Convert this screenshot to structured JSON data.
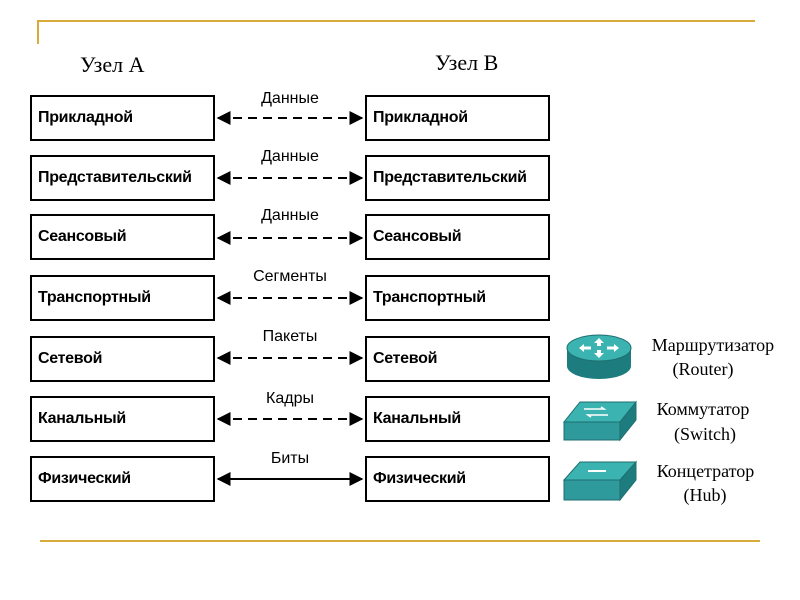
{
  "node_a": {
    "title": "Узел А"
  },
  "node_b": {
    "title": "Узел В"
  },
  "layers": [
    {
      "name": "Прикладной",
      "pdu": "Данные",
      "line": "dashed"
    },
    {
      "name": "Представительский",
      "pdu": "Данные",
      "line": "dashed"
    },
    {
      "name": "Сеансовый",
      "pdu": "Данные",
      "line": "dashed"
    },
    {
      "name": "Транспортный",
      "pdu": "Сегменты",
      "line": "dashed"
    },
    {
      "name": "Сетевой",
      "pdu": "Пакеты",
      "line": "dashed"
    },
    {
      "name": "Канальный",
      "pdu": "Кадры",
      "line": "dashed"
    },
    {
      "name": "Физический",
      "pdu": "Биты",
      "line": "solid"
    }
  ],
  "devices": [
    {
      "icon": "router-icon",
      "name": "Маршрутизатор",
      "english": "(Router)"
    },
    {
      "icon": "switch-icon",
      "name": "Коммутатор",
      "english": "(Switch)"
    },
    {
      "icon": "hub-icon",
      "name": "Концетратор",
      "english": "(Hub)"
    }
  ],
  "colors": {
    "accent_rule": "#d9ab3a",
    "device_teal": "#2e9a9c"
  }
}
